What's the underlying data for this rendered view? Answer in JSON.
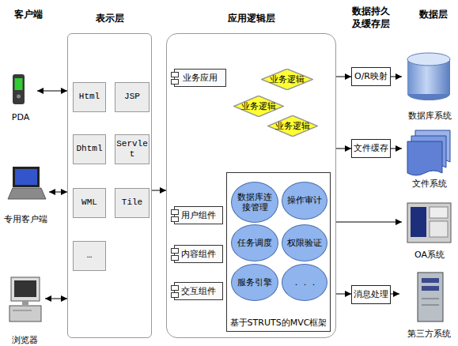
{
  "diagram": {
    "nodes": [
      {
        "text": [
          "PDA"
        ]
      },
      {
        "text": [
          "专用客户端"
        ]
      },
      {
        "text": [
          "浏览器"
        ]
      },
      {
        "text": [
          "表示层"
        ]
      },
      {
        "text": [
          "Html"
        ],
        "in": 3
      },
      {
        "text": [
          "JSP"
        ],
        "in": 3
      },
      {
        "text": [
          "Dhtml"
        ],
        "in": 3
      },
      {
        "text": [
          "Servlet"
        ],
        "in": 3
      },
      {
        "text": [
          "WML"
        ],
        "in": 3
      },
      {
        "text": [
          "Tile"
        ],
        "in": 3
      },
      {
        "text": [
          "…"
        ],
        "in": 3
      },
      {
        "text": [
          "应用逻辑层"
        ]
      },
      {
        "text": [
          "业务应用"
        ],
        "in": 11
      },
      {
        "text": [
          "业务逻辑"
        ],
        "in": 11
      },
      {
        "text": [
          "业务逻辑"
        ],
        "in": 11
      },
      {
        "text": [
          "业务逻辑"
        ],
        "in": 11
      },
      {
        "text": [
          "用户组件"
        ],
        "in": 11
      },
      {
        "text": [
          "内容组件"
        ],
        "in": 11
      },
      {
        "text": [
          "交互组件"
        ],
        "in": 11
      },
      {
        "text": [
          "基于STRUTS的MVC框架"
        ],
        "in": 11
      },
      {
        "text": [
          "数据库连接管理"
        ],
        "in": 19
      },
      {
        "text": [
          "操作审计"
        ],
        "in": 19
      },
      {
        "text": [
          "任务调度"
        ],
        "in": 19
      },
      {
        "text": [
          "权限验证"
        ],
        "in": 19
      },
      {
        "text": [
          "服务引擎"
        ],
        "in": 19
      },
      {
        "text": [
          "．．．"
        ],
        "in": 19
      },
      {
        "text": [
          "O/R映射"
        ]
      },
      {
        "text": [
          "文件缓存"
        ]
      },
      {
        "text": [
          "消息处理"
        ]
      },
      {
        "text": [
          "数据库系统"
        ]
      },
      {
        "text": [
          "文件系统"
        ]
      },
      {
        "text": [
          "OA系统"
        ]
      },
      {
        "text": [
          "第三方系统"
        ]
      }
    ],
    "edges": [
      {
        "from": 0,
        "to": 3,
        "arrow": "both"
      },
      {
        "from": 1,
        "to": 3,
        "arrow": "both"
      },
      {
        "from": 2,
        "to": 3,
        "arrow": "both"
      },
      {
        "from": 3,
        "to": 11,
        "arrow": "to"
      },
      {
        "from": 11,
        "to": 26,
        "arrow": "to"
      },
      {
        "from": 11,
        "to": 27,
        "arrow": "to"
      },
      {
        "from": 11,
        "to": 31,
        "arrow": "to"
      },
      {
        "from": 11,
        "to": 28,
        "arrow": "to"
      },
      {
        "from": 26,
        "to": 29,
        "arrow": "to"
      },
      {
        "from": 27,
        "to": 30,
        "arrow": "to"
      },
      {
        "from": 28,
        "to": 32,
        "arrow": "to"
      }
    ],
    "labels": [
      "客户端",
      "数据持久及缓存层",
      "数据层"
    ]
  }
}
